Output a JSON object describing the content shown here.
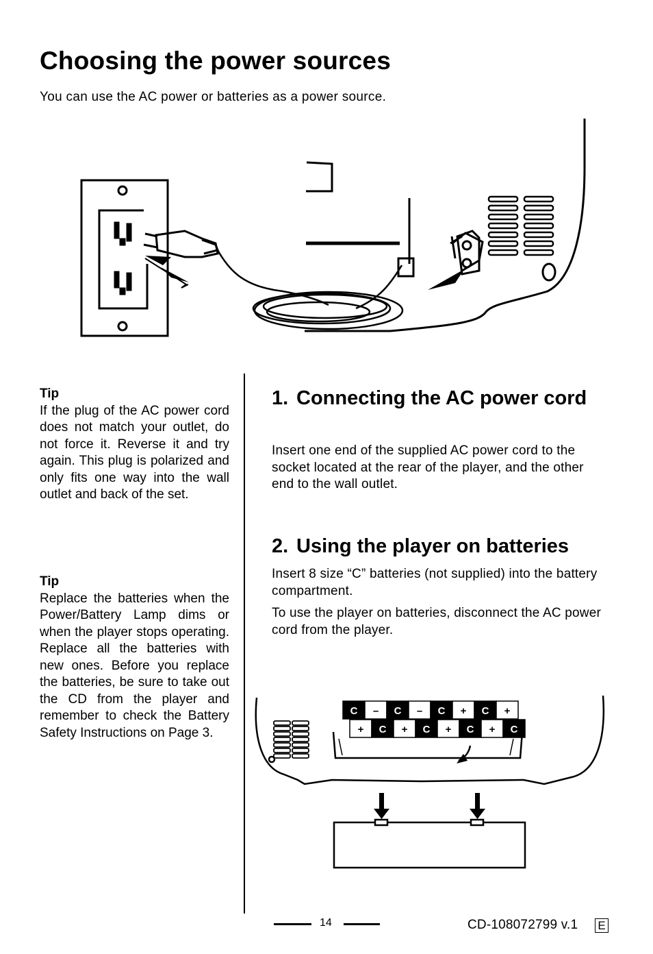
{
  "page": {
    "title": "Choosing the power sources",
    "intro": "You can use the AC power or batteries as a power source."
  },
  "tips": [
    {
      "heading": "Tip",
      "body": "If the plug of the AC power cord does not match your outlet, do not force it. Reverse it and try again. This plug is polarized and only fits one way into the wall outlet and back of the set."
    },
    {
      "heading": "Tip",
      "body": "Replace the batteries when the Power/Battery Lamp dims or when the player stops operating. Replace all the batteries with new ones. Before you replace the batteries, be sure to take out the CD from the player and remember to check the Battery Safety Instructions on Page 3."
    }
  ],
  "sections": [
    {
      "number": "1.",
      "heading": "Connecting the AC power cord",
      "paragraphs": [
        "Insert one end of the supplied AC power cord to the socket located at the rear of the player, and the other end to the wall outlet."
      ]
    },
    {
      "number": "2.",
      "heading": "Using the player on batteries",
      "paragraphs": [
        "Insert 8 size “C” batteries (not supplied) into the battery compartment.",
        "To use the player on batteries, disconnect the AC power cord from the player."
      ]
    }
  ],
  "battery_labels": {
    "top_row": [
      "C",
      "–",
      "C",
      "–",
      "C",
      "+",
      "C",
      "+"
    ],
    "bottom_row": [
      "+",
      "C",
      "+",
      "C",
      "+",
      "C",
      "+",
      "C"
    ]
  },
  "footer": {
    "page_number": "14",
    "doc_code": "CD-108072799 v.1",
    "language": "E"
  }
}
